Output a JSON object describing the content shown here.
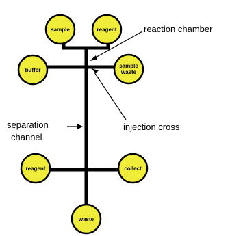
{
  "reservoirs": {
    "sample_top": "sample",
    "reagent_top": "reagent",
    "buffer": "buffer",
    "sample_waste_line1": "sample",
    "sample_waste_line2": "waste",
    "reagent_bottom": "reagent",
    "collect": "collect",
    "waste": "waste"
  },
  "annotations": {
    "reaction_chamber": "reaction chamber",
    "injection_cross": "injection cross",
    "separation_line1": "separation",
    "separation_line2": "channel"
  },
  "colors": {
    "reservoir_fill": "#f0ec3a",
    "outline": "#000000",
    "background": "#ffffff"
  }
}
